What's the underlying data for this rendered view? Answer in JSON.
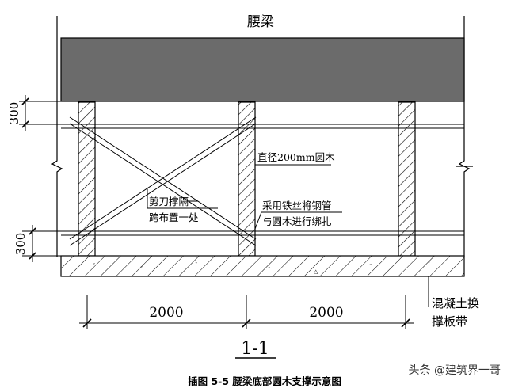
{
  "labels": {
    "beam": "腰梁",
    "log_diameter": "直径200mm圆木",
    "brace_line1": "剪刀撑隔一",
    "brace_line2": "跨布置一处",
    "wire_line1": "采用铁丝将钢管",
    "wire_line2": "与圆木进行绑扎",
    "concrete_line1": "混凝土换",
    "concrete_line2": "撑板带"
  },
  "dimensions": {
    "top_spacing": "300",
    "bottom_spacing": "300",
    "span_left": "2000",
    "span_right": "2000"
  },
  "section_mark": "1-1",
  "caption": "插图  5-5 腰梁底部圆木支撑示意图",
  "watermark": "头条 @建筑界一哥"
}
